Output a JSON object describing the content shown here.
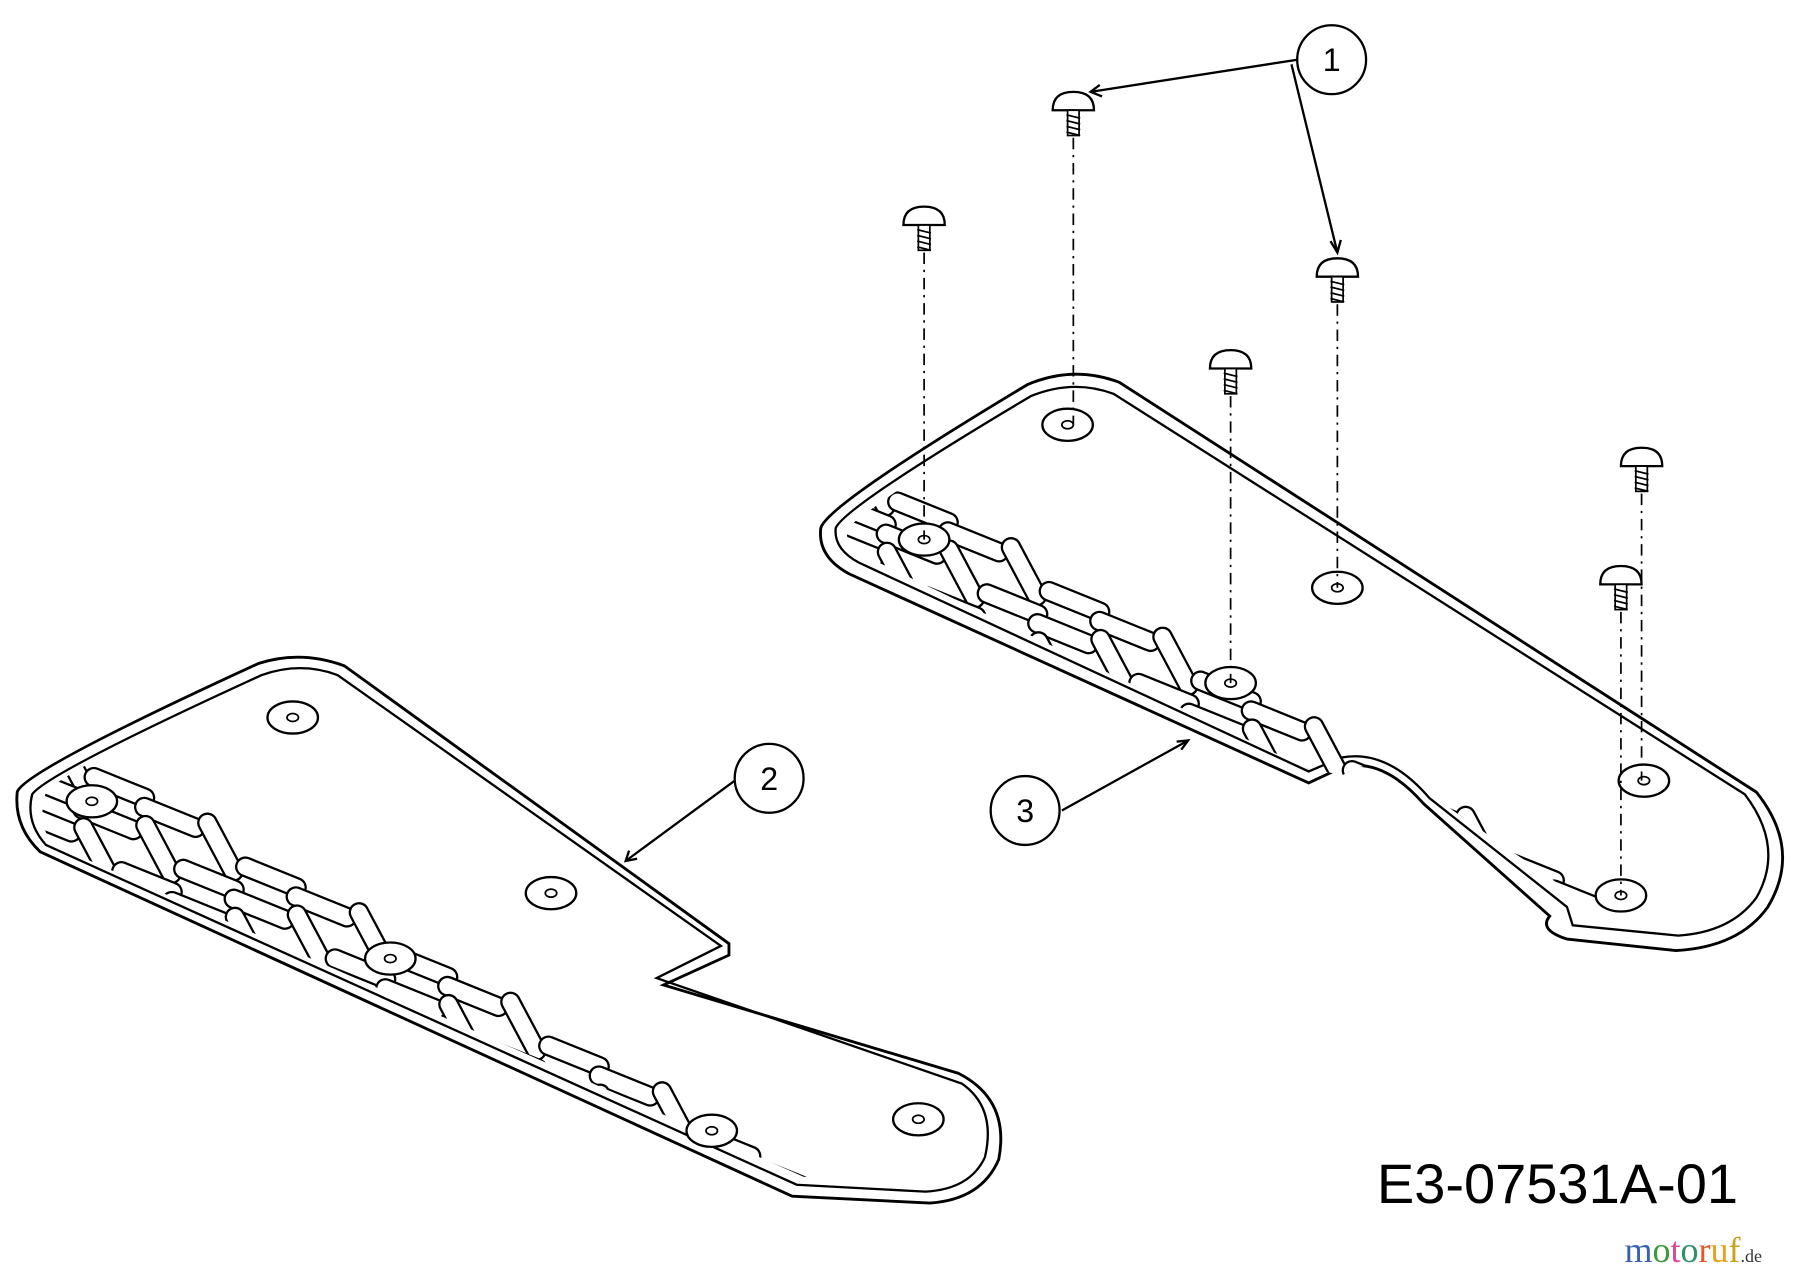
{
  "diagram": {
    "id": "E3-07531A-01",
    "watermark": "motoruf.de",
    "callouts": [
      {
        "label": "1",
        "part": "screws"
      },
      {
        "label": "2",
        "part": "left-foot-plate"
      },
      {
        "label": "3",
        "part": "right-foot-plate"
      }
    ]
  },
  "colors": {
    "line": "#000000",
    "background": "#ffffff"
  }
}
